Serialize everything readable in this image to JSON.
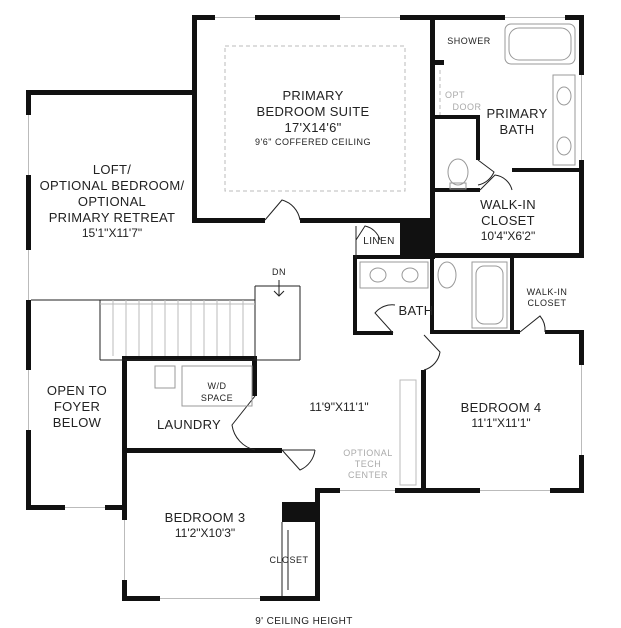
{
  "rooms": {
    "primary_suite": {
      "name_1": "PRIMARY",
      "name_2": "BEDROOM SUITE",
      "dims": "17'X14'6\"",
      "note": "9'6\" COFFERED CEILING"
    },
    "shower": {
      "name": "SHOWER"
    },
    "opt_door": {
      "line_1": "OPT",
      "line_2": "DOOR"
    },
    "primary_bath": {
      "line_1": "PRIMARY",
      "line_2": "BATH"
    },
    "loft": {
      "line_1": "LOFT/",
      "line_2": "OPTIONAL BEDROOM/",
      "line_3": "OPTIONAL",
      "line_4": "PRIMARY RETREAT",
      "dims": "15'1\"X11'7\""
    },
    "walkin_primary": {
      "line_1": "WALK-IN",
      "line_2": "CLOSET",
      "dims": "10'4\"X6'2\""
    },
    "linen": {
      "name": "LINEN"
    },
    "stairs": {
      "dn": "DN"
    },
    "bath": {
      "name": "BATH"
    },
    "walkin_small": {
      "line_1": "WALK-IN",
      "line_2": "CLOSET"
    },
    "open_foyer": {
      "line_1": "OPEN TO",
      "line_2": "FOYER",
      "line_3": "BELOW"
    },
    "wd": {
      "line_1": "W/D",
      "line_2": "SPACE"
    },
    "laundry": {
      "name": "LAUNDRY"
    },
    "hall": {
      "dims": "11'9\"X11'1\""
    },
    "bedroom4": {
      "name": "BEDROOM 4",
      "dims": "11'1\"X11'1\""
    },
    "tech": {
      "line_1": "OPTIONAL",
      "line_2": "TECH",
      "line_3": "CENTER"
    },
    "bedroom3": {
      "name": "BEDROOM 3",
      "dims": "11'2\"X10'3\""
    },
    "closet": {
      "name": "CLOSET"
    }
  },
  "footer": {
    "ceiling_note": "9' CEILING HEIGHT"
  }
}
